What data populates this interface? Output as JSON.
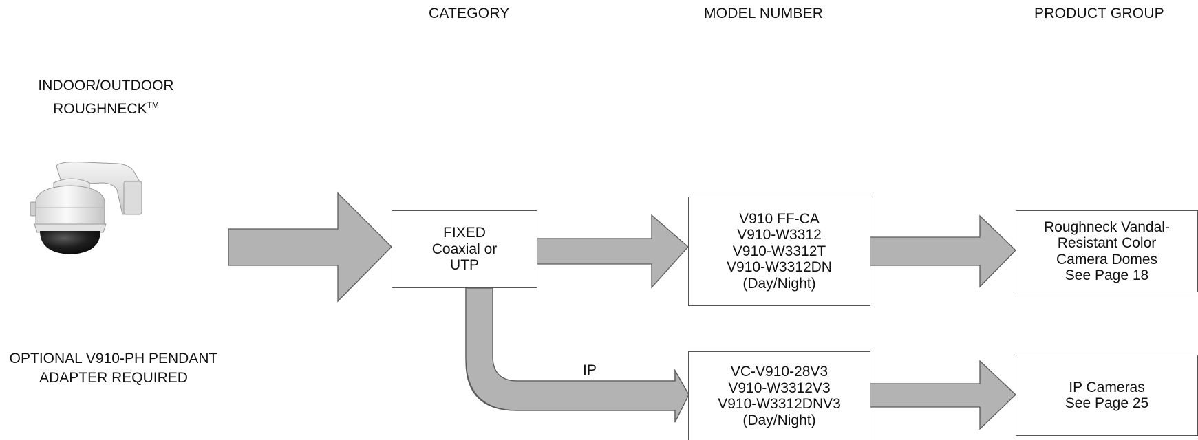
{
  "headers": {
    "category": "CATEGORY",
    "model_number": "MODEL NUMBER",
    "product_group": "PRODUCT GROUP"
  },
  "product": {
    "title_line1": "INDOOR/OUTDOOR",
    "title_line2": "ROUGHNECK",
    "trademark": "TM",
    "note_line1": "OPTIONAL V910-PH PENDANT",
    "note_line2": "ADAPTER REQUIRED"
  },
  "category_box": {
    "lines": [
      "FIXED",
      "Coaxial or",
      "UTP"
    ]
  },
  "ip_label": "IP",
  "model_boxes": {
    "fixed": [
      "V910 FF-CA",
      "V910-W3312",
      "V910-W3312T",
      "V910-W3312DN",
      "(Day/Night)"
    ],
    "ip": [
      "VC-V910-28V3",
      "V910-W3312V3",
      "V910-W3312DNV3",
      "(Day/Night)"
    ]
  },
  "product_group_boxes": {
    "fixed": [
      "Roughneck Vandal-",
      "Resistant Color",
      "Camera Domes",
      "See Page 18"
    ],
    "ip": [
      "IP Cameras",
      "See Page 25"
    ]
  },
  "colors": {
    "arrow_fill": "#b3b3b3",
    "arrow_stroke": "#5a5a5a",
    "box_border": "#555555"
  }
}
